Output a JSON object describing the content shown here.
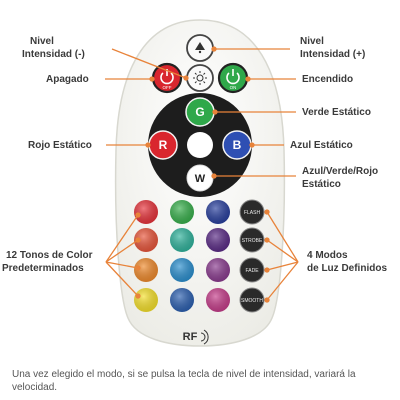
{
  "labels": {
    "nivel_minus": [
      "Nivel",
      "Intensidad (-)"
    ],
    "nivel_plus": [
      "Nivel",
      "Intensidad (+)"
    ],
    "apagado": "Apagado",
    "encendido": "Encendido",
    "verde": "Verde Estático",
    "rojo": "Rojo Estático",
    "azul": "Azul Estático",
    "rgb": [
      "Azul/Verde/Rojo",
      "Estático"
    ],
    "tonos": [
      "12 Tonos de Color",
      "Predeterminados"
    ],
    "modos": [
      "4 Modos",
      "de Luz Definidos"
    ]
  },
  "buttons": {
    "off": "OFF",
    "on": "ON",
    "g": "G",
    "r": "R",
    "b": "B",
    "w": "W",
    "modes": [
      "FLASH",
      "STROBE",
      "FADE",
      "SMOOTH"
    ]
  },
  "logo": "RF",
  "caption": "Una vez elegido el modo, si se pulsa la tecla de nivel de intensidad, variará la velocidad.",
  "colors": {
    "accent_line": "#e8833a",
    "red": "#d9262e",
    "green": "#2fa84a",
    "blue": "#2e4fb3",
    "remote_body": "#f7f7f3"
  },
  "tone_colors": [
    [
      "#e8323a",
      "#37b04b",
      "#283f9e"
    ],
    [
      "#e9553a",
      "#2fb39c",
      "#5a2a86"
    ],
    [
      "#f08a2b",
      "#2a8fcf",
      "#8a3a8f"
    ],
    [
      "#f6e12a",
      "#2b5fb0",
      "#c63c8a"
    ]
  ]
}
